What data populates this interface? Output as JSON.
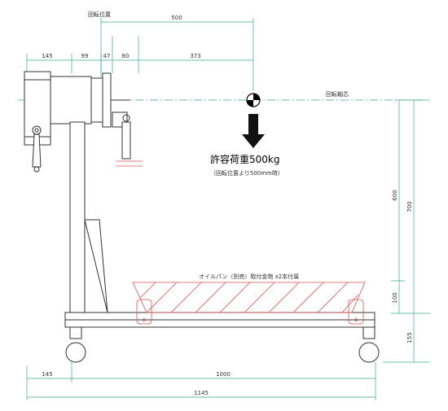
{
  "labels": {
    "rotation_position": "回転位置",
    "rotation_axis": "回転軸芯",
    "allowable_load": "許容荷重500kg",
    "load_note": "（回転位置より500mm時）",
    "oil_pan_note": "オイルパン（別売）取付金物 x2本付属"
  },
  "dimensions": {
    "d500": "500",
    "d145_top": "145",
    "d99": "99",
    "d47": "47",
    "d80": "80",
    "d373": "373",
    "d600": "600",
    "d700": "700",
    "d100": "100",
    "d155": "155",
    "d145_bottom": "145",
    "d1000": "1000",
    "d1145": "1145"
  }
}
